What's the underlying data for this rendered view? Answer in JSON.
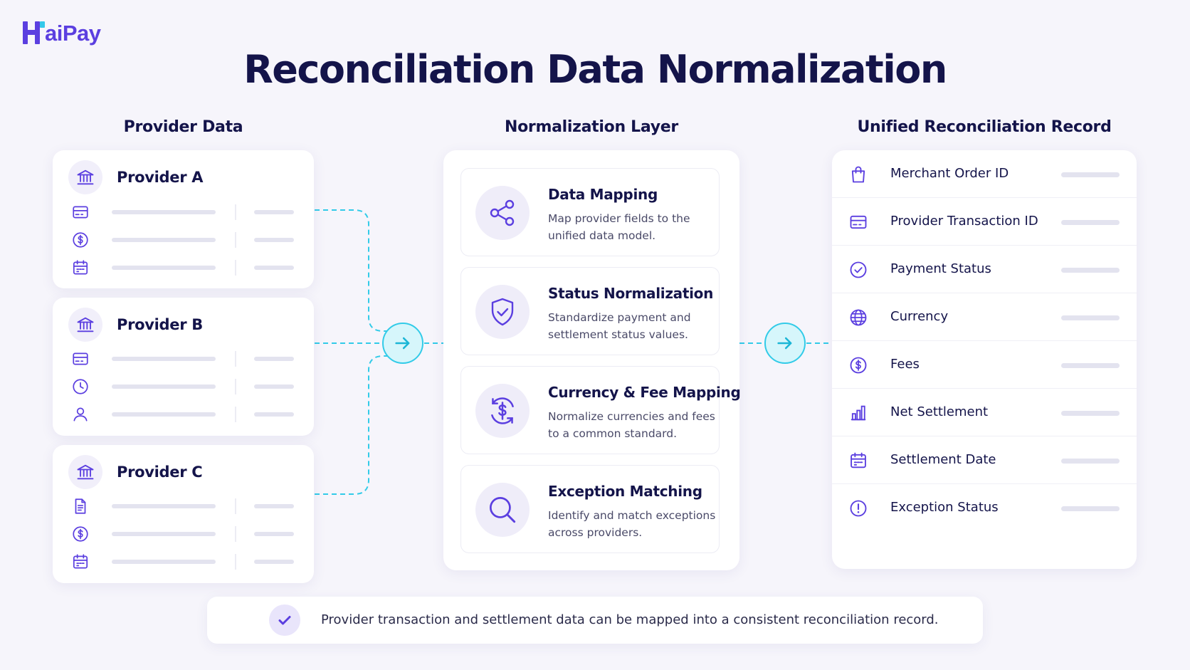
{
  "brand": {
    "logo_letter": "H",
    "logo_rest": "aiPay",
    "accent": "#5b3fe0",
    "cyan": "#32cbe8"
  },
  "title": "Reconciliation Data Normalization",
  "columns": {
    "providers": "Provider Data",
    "normalization": "Normalization Layer",
    "unified": "Unified Reconciliation Record"
  },
  "providers": [
    {
      "name": "Provider A",
      "head_icon": "bank-icon",
      "row_icons": [
        "card-icon",
        "dollar-icon",
        "calendar-icon"
      ]
    },
    {
      "name": "Provider B",
      "head_icon": "bank-icon",
      "row_icons": [
        "card-icon",
        "clock-icon",
        "user-icon"
      ]
    },
    {
      "name": "Provider C",
      "head_icon": "bank-icon",
      "row_icons": [
        "document-icon",
        "dollar-icon",
        "calendar-icon"
      ]
    }
  ],
  "normalization_steps": [
    {
      "title": "Data Mapping",
      "desc": "Map provider fields to the unified data model.",
      "icon": "share-nodes-icon"
    },
    {
      "title": "Status Normalization",
      "desc": "Standardize payment and settlement status values.",
      "icon": "shield-check-icon"
    },
    {
      "title": "Currency & Fee Mapping",
      "desc": "Normalize currencies and fees to a common standard.",
      "icon": "currency-cycle-icon"
    },
    {
      "title": "Exception Matching",
      "desc": "Identify and match exceptions across providers.",
      "icon": "magnifier-icon"
    }
  ],
  "unified_fields": [
    {
      "label": "Merchant Order ID",
      "icon": "shopping-bag-icon"
    },
    {
      "label": "Provider Transaction ID",
      "icon": "card-icon"
    },
    {
      "label": "Payment Status",
      "icon": "check-circle-icon"
    },
    {
      "label": "Currency",
      "icon": "globe-icon"
    },
    {
      "label": "Fees",
      "icon": "dollar-icon"
    },
    {
      "label": "Net Settlement",
      "icon": "bar-chart-icon"
    },
    {
      "label": "Settlement Date",
      "icon": "calendar-icon"
    },
    {
      "label": "Exception Status",
      "icon": "alert-circle-icon"
    }
  ],
  "footer": {
    "message": "Provider transaction and settlement data can be mapped into a consistent reconciliation record.",
    "icon": "checkmark-icon"
  }
}
